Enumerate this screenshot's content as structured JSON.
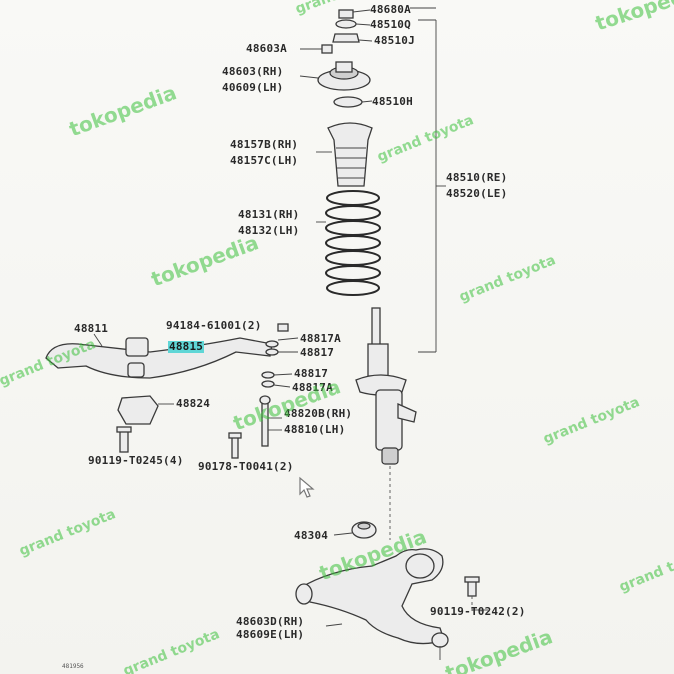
{
  "diagram": {
    "labels": {
      "l48680A": "48680A",
      "l48510Q": "48510Q",
      "l48510J": "48510J",
      "l48603A": "48603A",
      "l48603RH": "48603(RH)",
      "l40609LH": "40609(LH)",
      "l48510H": "48510H",
      "l48157B": "48157B(RH)",
      "l48157C": "48157C(LH)",
      "l48510RE": "48510(RE)",
      "l48520LE": "48520(LE)",
      "l48131": "48131(RH)",
      "l48132": "48132(LH)",
      "l48811": "48811",
      "l94184": "94184-61001(2)",
      "l48815": "48815",
      "l48817A1": "48817A",
      "l48817a": "48817",
      "l48817b": "48817",
      "l48817A2": "48817A",
      "l48824": "48824",
      "l48820B": "48820B(RH)",
      "l48810": "48810(LH)",
      "l90119a": "90119-T0245(4)",
      "l90178": "90178-T0041(2)",
      "l48304": "48304",
      "l90119b": "90119-T0242(2)",
      "l48603D": "48603D(RH)",
      "l48609E": "48609E(LH)",
      "l481956": "481956"
    },
    "highlight_color": "#5fd6d6"
  },
  "watermarks": {
    "tokopedia": "tokopedia",
    "grand_toyota": "grand toyota",
    "color": "#3ec23e"
  },
  "icons": {
    "cursor": "mouse-cursor-arrow-icon"
  }
}
